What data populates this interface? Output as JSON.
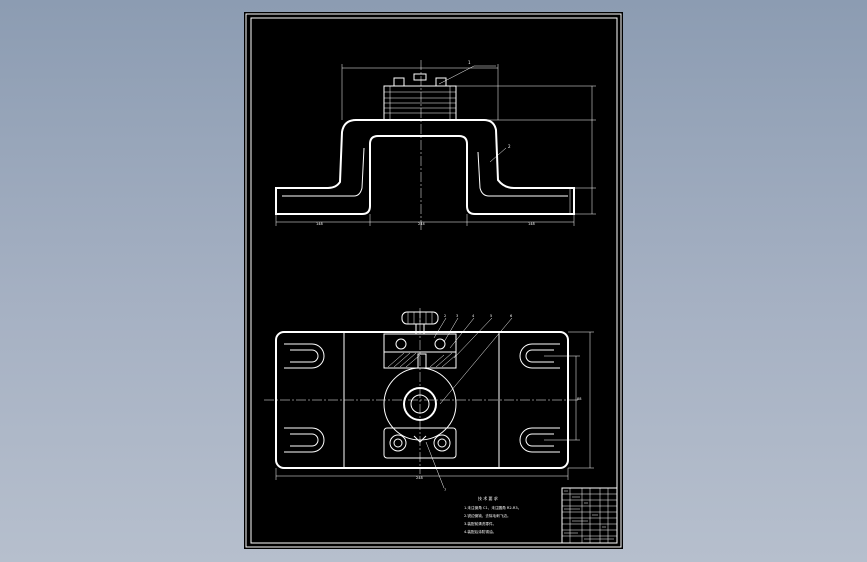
{
  "drawing": {
    "background": "#000000",
    "line_color": "#ffffff",
    "balloon_labels_front": [
      "1",
      "2"
    ],
    "balloon_labels_top": [
      "2",
      "3",
      "4",
      "5",
      "6",
      "7"
    ],
    "dim_labels": [
      "148",
      "244",
      "148",
      "248",
      "88"
    ],
    "tech_notes": [
      "技 术 要 求",
      "1.未注倒角 C1，未注圆角 R2-R3。",
      "2.锐边倒钝，去除毛刺飞边。",
      "3.装配前清洗零件。",
      "4.装配后涂防锈油。"
    ]
  }
}
